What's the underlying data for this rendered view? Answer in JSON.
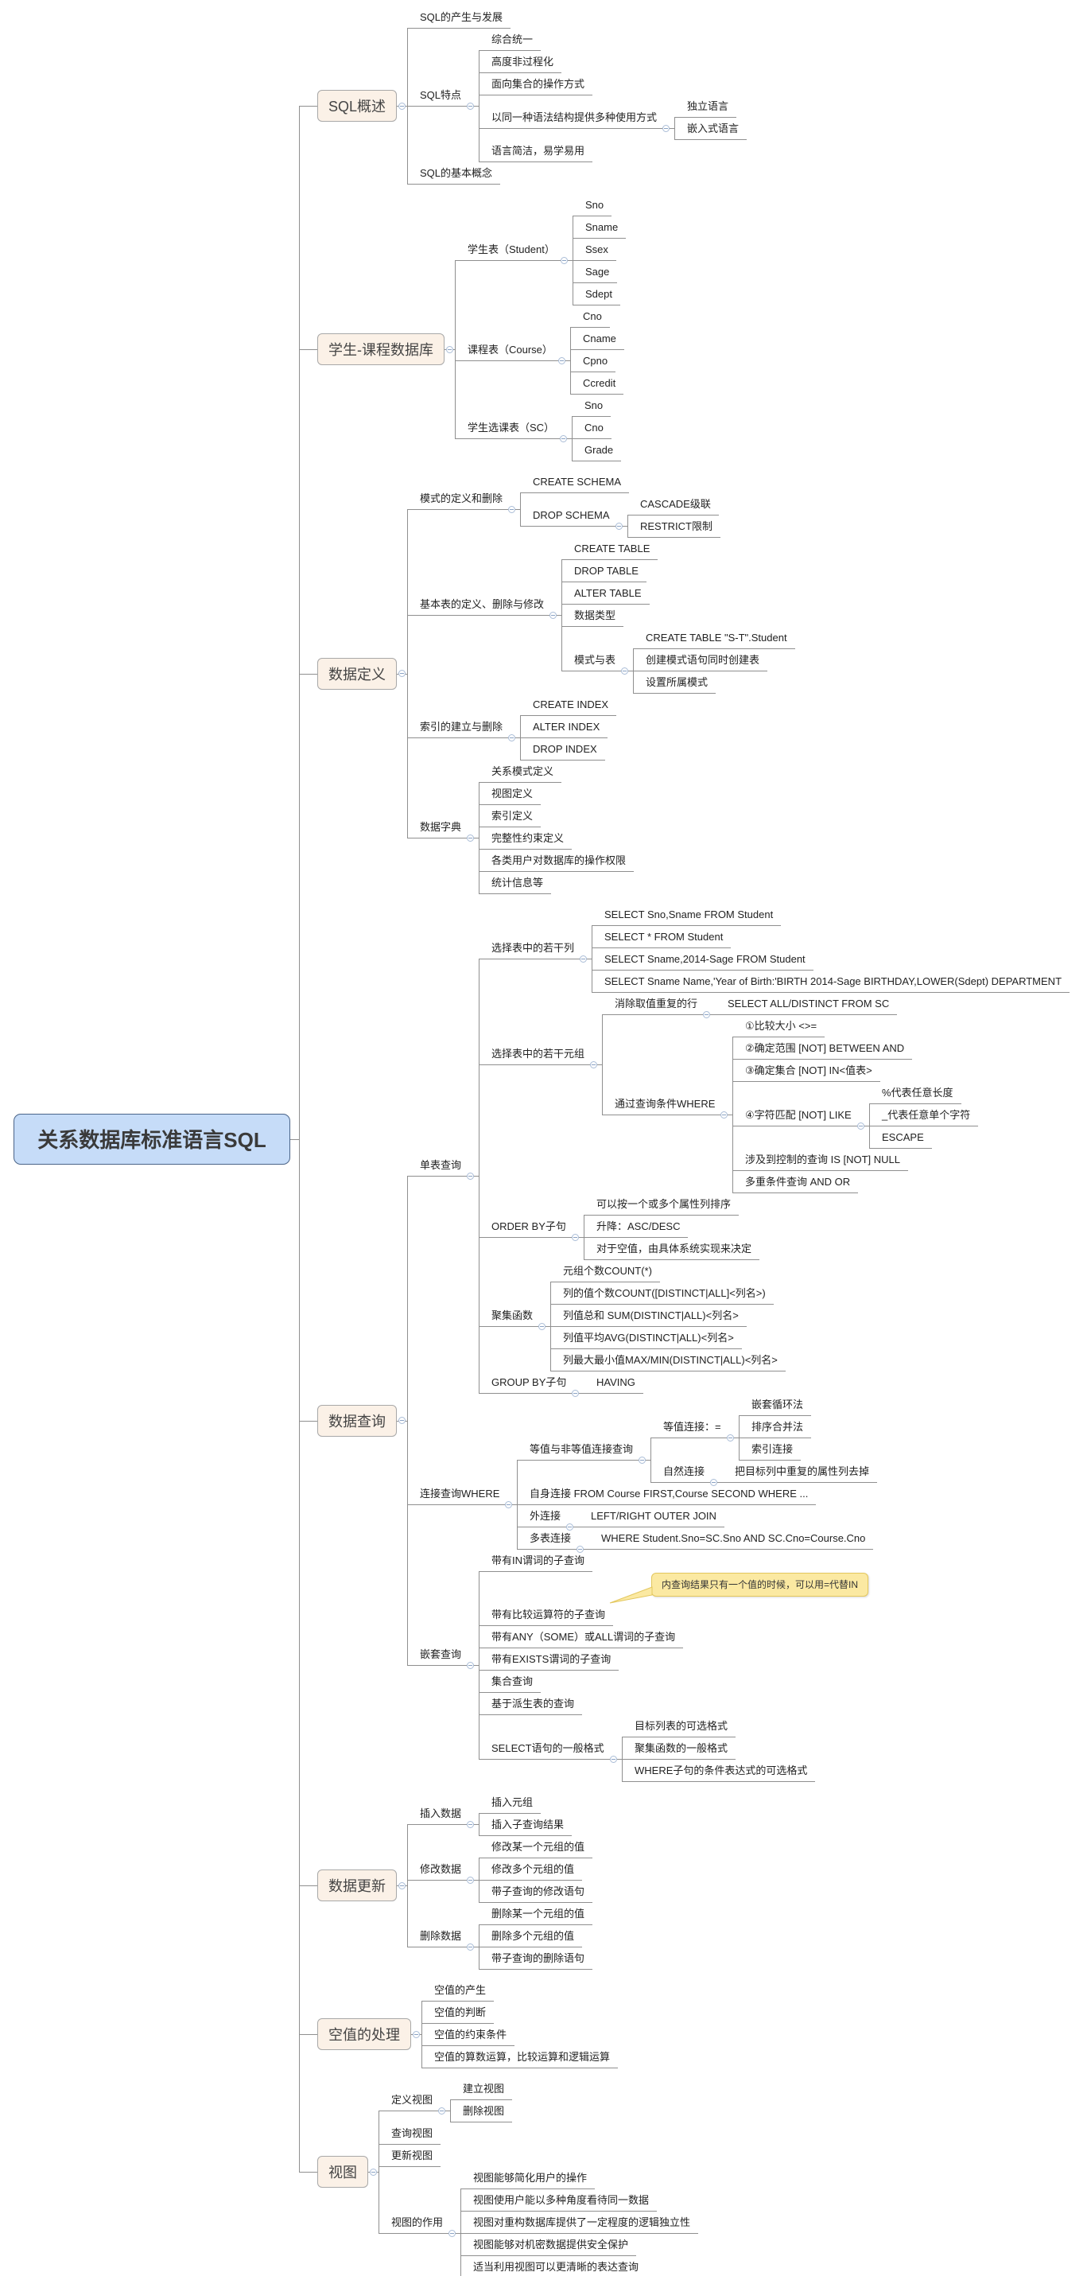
{
  "colors": {
    "root_fill": "#c6dcf8",
    "branch_fill": "#fbf1e7",
    "line": "#8f8f8f",
    "note_fill": "#fbe9a2"
  },
  "mindmap": {
    "label": "关系数据库标准语言SQL",
    "children": [
      {
        "label": "SQL概述",
        "children": [
          {
            "label": "SQL的产生与发展"
          },
          {
            "label": "SQL特点",
            "children": [
              {
                "label": "综合统一"
              },
              {
                "label": "高度非过程化"
              },
              {
                "label": "面向集合的操作方式"
              },
              {
                "label": "以同一种语法结构提供多种使用方式",
                "children": [
                  {
                    "label": "独立语言"
                  },
                  {
                    "label": "嵌入式语言"
                  }
                ]
              },
              {
                "label": "语言简洁，易学易用"
              }
            ]
          },
          {
            "label": "SQL的基本概念"
          }
        ]
      },
      {
        "label": "学生-课程数据库",
        "children": [
          {
            "label": "学生表（Student）",
            "children": [
              {
                "label": "Sno"
              },
              {
                "label": "Sname"
              },
              {
                "label": "Ssex"
              },
              {
                "label": "Sage"
              },
              {
                "label": "Sdept"
              }
            ]
          },
          {
            "label": "课程表（Course）",
            "children": [
              {
                "label": "Cno"
              },
              {
                "label": "Cname"
              },
              {
                "label": "Cpno"
              },
              {
                "label": "Ccredit"
              }
            ]
          },
          {
            "label": "学生选课表（SC）",
            "children": [
              {
                "label": "Sno"
              },
              {
                "label": "Cno"
              },
              {
                "label": "Grade"
              }
            ]
          }
        ]
      },
      {
        "label": "数据定义",
        "children": [
          {
            "label": "模式的定义和删除",
            "children": [
              {
                "label": "CREATE SCHEMA"
              },
              {
                "label": "DROP SCHEMA",
                "children": [
                  {
                    "label": "CASCADE级联"
                  },
                  {
                    "label": "RESTRICT限制"
                  }
                ]
              }
            ]
          },
          {
            "label": "基本表的定义、删除与修改",
            "children": [
              {
                "label": "CREATE TABLE"
              },
              {
                "label": "DROP TABLE"
              },
              {
                "label": "ALTER TABLE"
              },
              {
                "label": "数据类型"
              },
              {
                "label": "模式与表",
                "children": [
                  {
                    "label": "CREATE TABLE \"S-T\".Student"
                  },
                  {
                    "label": "创建模式语句同时创建表"
                  },
                  {
                    "label": "设置所属模式"
                  }
                ]
              }
            ]
          },
          {
            "label": "索引的建立与删除",
            "children": [
              {
                "label": "CREATE INDEX"
              },
              {
                "label": "ALTER INDEX"
              },
              {
                "label": "DROP INDEX"
              }
            ]
          },
          {
            "label": "数据字典",
            "children": [
              {
                "label": "关系模式定义"
              },
              {
                "label": "视图定义"
              },
              {
                "label": "索引定义"
              },
              {
                "label": "完整性约束定义"
              },
              {
                "label": "各类用户对数据库的操作权限"
              },
              {
                "label": "统计信息等"
              }
            ]
          }
        ]
      },
      {
        "label": "数据查询",
        "children": [
          {
            "label": "单表查询",
            "children": [
              {
                "label": "选择表中的若干列",
                "children": [
                  {
                    "label": "SELECT Sno,Sname FROM Student"
                  },
                  {
                    "label": "SELECT * FROM Student"
                  },
                  {
                    "label": "SELECT Sname,2014-Sage FROM Student"
                  },
                  {
                    "label": "SELECT Sname Name,'Year of Birth:'BIRTH 2014-Sage BIRTHDAY,LOWER(Sdept) DEPARTMENT"
                  }
                ]
              },
              {
                "label": "选择表中的若干元组",
                "children": [
                  {
                    "label": "消除取值重复的行",
                    "children": [
                      {
                        "label": "SELECT ALL/DISTINCT FROM SC"
                      }
                    ]
                  },
                  {
                    "label": "通过查询条件WHERE",
                    "children": [
                      {
                        "label": "①比较大小 <>="
                      },
                      {
                        "label": "②确定范围  [NOT] BETWEEN AND"
                      },
                      {
                        "label": "③确定集合 [NOT] IN<值表>"
                      },
                      {
                        "label": "④字符匹配 [NOT] LIKE",
                        "children": [
                          {
                            "label": "%代表任意长度"
                          },
                          {
                            "label": "_代表任意单个字符"
                          },
                          {
                            "label": "ESCAPE"
                          }
                        ]
                      },
                      {
                        "label": "涉及到控制的查询 IS [NOT] NULL"
                      },
                      {
                        "label": "多重条件查询 AND OR"
                      }
                    ]
                  }
                ]
              },
              {
                "label": "ORDER BY子句",
                "children": [
                  {
                    "label": "可以按一个或多个属性列排序"
                  },
                  {
                    "label": "升降：ASC/DESC"
                  },
                  {
                    "label": "对于空值，由具体系统实现来决定"
                  }
                ]
              },
              {
                "label": "聚集函数",
                "children": [
                  {
                    "label": "元组个数COUNT(*)"
                  },
                  {
                    "label": "列的值个数COUNT([DISTINCT|ALL]<列名>)"
                  },
                  {
                    "label": "列值总和 SUM(DISTINCT|ALL)<列名>"
                  },
                  {
                    "label": "列值平均AVG(DISTINCT|ALL)<列名>"
                  },
                  {
                    "label": "列最大最小值MAX/MIN(DISTINCT|ALL)<列名>"
                  }
                ]
              },
              {
                "label": "GROUP BY子句",
                "children": [
                  {
                    "label": "HAVING"
                  }
                ]
              }
            ]
          },
          {
            "label": "连接查询WHERE",
            "children": [
              {
                "label": "等值与非等值连接查询",
                "children": [
                  {
                    "label": "等值连接：=",
                    "children": [
                      {
                        "label": "嵌套循环法"
                      },
                      {
                        "label": "排序合并法"
                      },
                      {
                        "label": "索引连接"
                      }
                    ]
                  },
                  {
                    "label": "自然连接",
                    "children": [
                      {
                        "label": "把目标列中重复的属性列去掉"
                      }
                    ]
                  }
                ]
              },
              {
                "label": "自身连接  FROM Course FIRST,Course SECOND WHERE ..."
              },
              {
                "label": "外连接",
                "children": [
                  {
                    "label": "LEFT/RIGHT OUTER JOIN"
                  }
                ]
              },
              {
                "label": "多表连接",
                "children": [
                  {
                    "label": "WHERE Student.Sno=SC.Sno AND SC.Cno=Course.Cno"
                  }
                ]
              }
            ]
          },
          {
            "label": "嵌套查询",
            "children": [
              {
                "label": "带有IN谓词的子查询"
              },
              {
                "label": "带有比较运算符的子查询",
                "note": "内查询结果只有一个值的时候，可以用=代替IN"
              },
              {
                "label": "带有ANY（SOME）或ALL谓词的子查询"
              },
              {
                "label": "带有EXISTS谓词的子查询"
              },
              {
                "label": "集合查询"
              },
              {
                "label": "基于派生表的查询"
              },
              {
                "label": "SELECT语句的一般格式",
                "children": [
                  {
                    "label": "目标列表的可选格式"
                  },
                  {
                    "label": "聚集函数的一般格式"
                  },
                  {
                    "label": "WHERE子句的条件表达式的可选格式"
                  }
                ]
              }
            ]
          }
        ]
      },
      {
        "label": "数据更新",
        "children": [
          {
            "label": "插入数据",
            "children": [
              {
                "label": "插入元组"
              },
              {
                "label": "插入子查询结果"
              }
            ]
          },
          {
            "label": "修改数据",
            "children": [
              {
                "label": "修改某一个元组的值"
              },
              {
                "label": "修改多个元组的值"
              },
              {
                "label": "带子查询的修改语句"
              }
            ]
          },
          {
            "label": "删除数据",
            "children": [
              {
                "label": "删除某一个元组的值"
              },
              {
                "label": "删除多个元组的值"
              },
              {
                "label": "带子查询的删除语句"
              }
            ]
          }
        ]
      },
      {
        "label": "空值的处理",
        "children": [
          {
            "label": "空值的产生"
          },
          {
            "label": "空值的判断"
          },
          {
            "label": "空值的约束条件"
          },
          {
            "label": "空值的算数运算，比较运算和逻辑运算"
          }
        ]
      },
      {
        "label": "视图",
        "children": [
          {
            "label": "定义视图",
            "children": [
              {
                "label": "建立视图"
              },
              {
                "label": "删除视图"
              }
            ]
          },
          {
            "label": "查询视图"
          },
          {
            "label": "更新视图"
          },
          {
            "label": "视图的作用",
            "children": [
              {
                "label": "视图能够简化用户的操作"
              },
              {
                "label": "视图使用户能以多种角度看待同一数据"
              },
              {
                "label": "视图对重构数据库提供了一定程度的逻辑独立性"
              },
              {
                "label": "视图能够对机密数据提供安全保护"
              },
              {
                "label": "适当利用视图可以更清晰的表达查询"
              }
            ]
          }
        ]
      }
    ]
  }
}
